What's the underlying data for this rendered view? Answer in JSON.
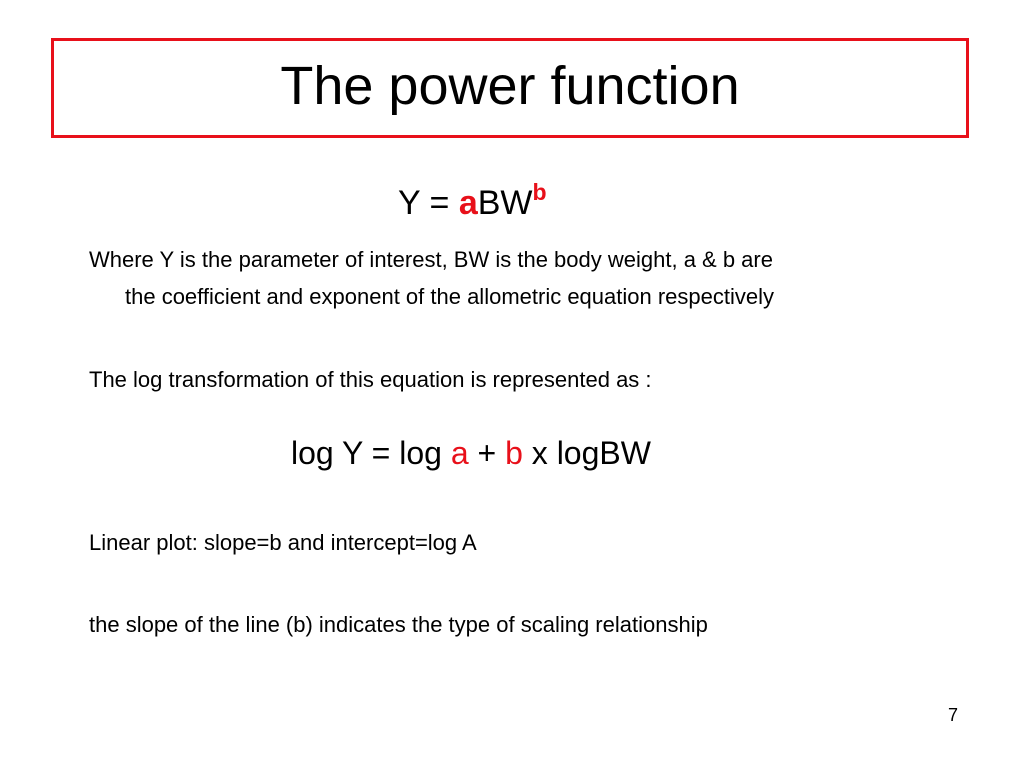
{
  "slide": {
    "title": "The power function",
    "formula": {
      "lhs": "Y = ",
      "coef": "a",
      "base": "BW",
      "exponent": "b"
    },
    "definition_line1": "Where Y is the parameter of interest, BW is the body weight, a & b are",
    "definition_line2": "the coefficient and exponent of the allometric equation respectively",
    "log_intro": "The log transformation of this equation is represented as :",
    "log_formula": {
      "part1": "log Y = log ",
      "a": "a",
      "plus": " + ",
      "b": "b",
      "rest": " x logBW"
    },
    "linear_plot": "Linear plot: slope=b and intercept=log A",
    "slope_note": "the slope of the line (b) indicates the type of scaling relationship",
    "page_number": "7"
  },
  "colors": {
    "accent_red": "#e8101a"
  }
}
